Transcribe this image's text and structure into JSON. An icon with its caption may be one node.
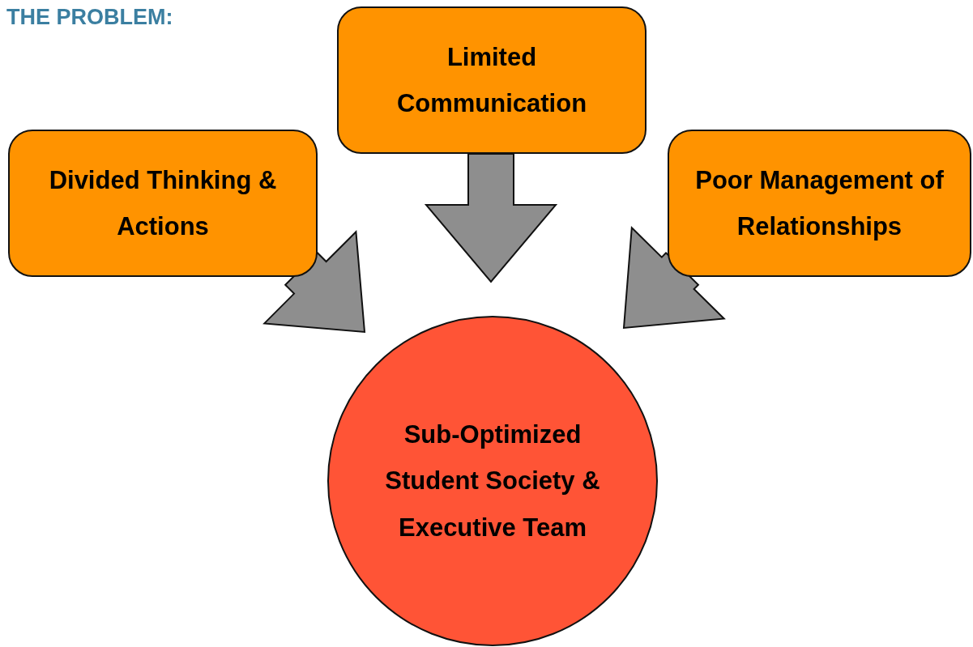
{
  "diagram": {
    "title": "THE PROBLEM:",
    "nodes": [
      {
        "text": [
          "Limited Communication"
        ]
      },
      {
        "text": [
          "Divided Thinking & Actions"
        ]
      },
      {
        "text": [
          "Poor Management of Relationships"
        ]
      },
      {
        "text": [
          "Sub-Optimized Student Society & Executive Team"
        ]
      }
    ],
    "edges": [
      {
        "from": 1,
        "to": 3,
        "arrow": "to"
      },
      {
        "from": 0,
        "to": 3,
        "arrow": "to"
      },
      {
        "from": 2,
        "to": 3,
        "arrow": "to"
      }
    ]
  }
}
